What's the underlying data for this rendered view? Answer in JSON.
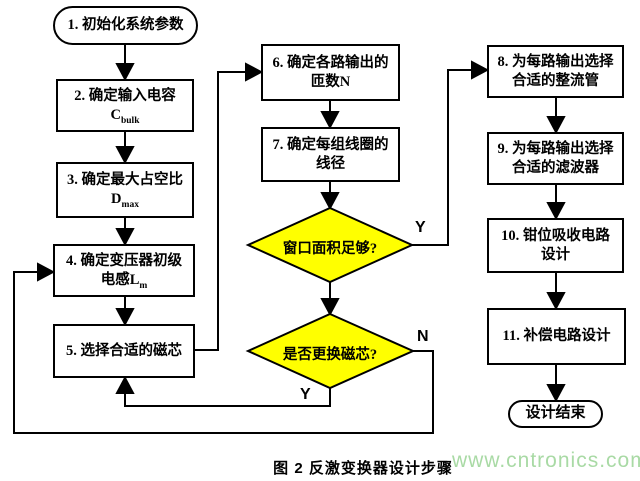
{
  "caption": "图 2 反激变换器设计步骤",
  "watermark": "www.cntronics.com",
  "colors": {
    "decision_fill": "#ffff00",
    "stroke": "#000000",
    "watermark_green": "#a9daa5"
  },
  "nodes": {
    "start": "1. 初始化系统参数",
    "step2": {
      "line1": "2. 确定输入电容",
      "sym": "C",
      "sub": "bulk"
    },
    "step3": {
      "line1": "3. 确定最大占空比",
      "sym": "D",
      "sub": "max"
    },
    "step4": {
      "line1": "4. 确定变压器初级",
      "line2": "电感L",
      "sub": "m"
    },
    "step5": {
      "line1": "5. 选择合适的磁芯"
    },
    "step6": {
      "line1": "6. 确定各路输出的",
      "line2": "匝数N"
    },
    "step7": {
      "line1": "7. 确定每组线圈的",
      "line2": "线径"
    },
    "step8": {
      "line1": "8. 为每路输出选择",
      "line2": "合适的整流管"
    },
    "step9": {
      "line1": "9. 为每路输出选择",
      "line2": "合适的滤波器"
    },
    "step10": {
      "line1": "10. 钳位吸收电路",
      "line2": "设计"
    },
    "step11": {
      "line1": "11. 补偿电路设计"
    },
    "end": "设计结束"
  },
  "decisions": {
    "d1": "窗口面积足够?",
    "d2": "是否更换磁芯?"
  },
  "edge_labels": {
    "d1_yes": "Y",
    "d2_no": "N",
    "d2_yes": "Y"
  }
}
